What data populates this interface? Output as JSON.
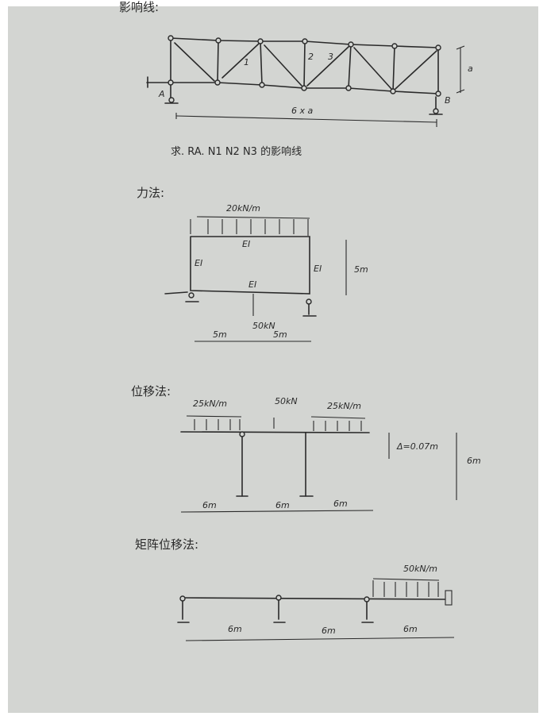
{
  "truss": {
    "heading": "影响线:",
    "labels": {
      "m1": "1",
      "m2": "2",
      "m3": "3",
      "a": "a",
      "A": "A",
      "B": "B",
      "span": "6 x a"
    },
    "question": "求. RA. N1 N2 N3 的影响线"
  },
  "force_method": {
    "heading": "力法:",
    "load": "20kN/m",
    "ei_top": "EI",
    "ei_left": "EI",
    "ei_right": "EI",
    "ei_bottom": "EI",
    "height": "5m",
    "point_load": "50kN",
    "span_left": "5m",
    "span_right": "5m"
  },
  "displacement_method": {
    "heading": "位移法:",
    "load_left": "25kN/m",
    "point_load": "50kN",
    "load_right": "25kN/m",
    "settlement": "Δ=0.07m",
    "height": "6m",
    "span1": "6m",
    "span2": "6m",
    "span3": "6m"
  },
  "matrix_method": {
    "heading": "矩阵位移法:",
    "load": "50kN/m",
    "span1": "6m",
    "span2": "6m",
    "span3": "6m"
  }
}
